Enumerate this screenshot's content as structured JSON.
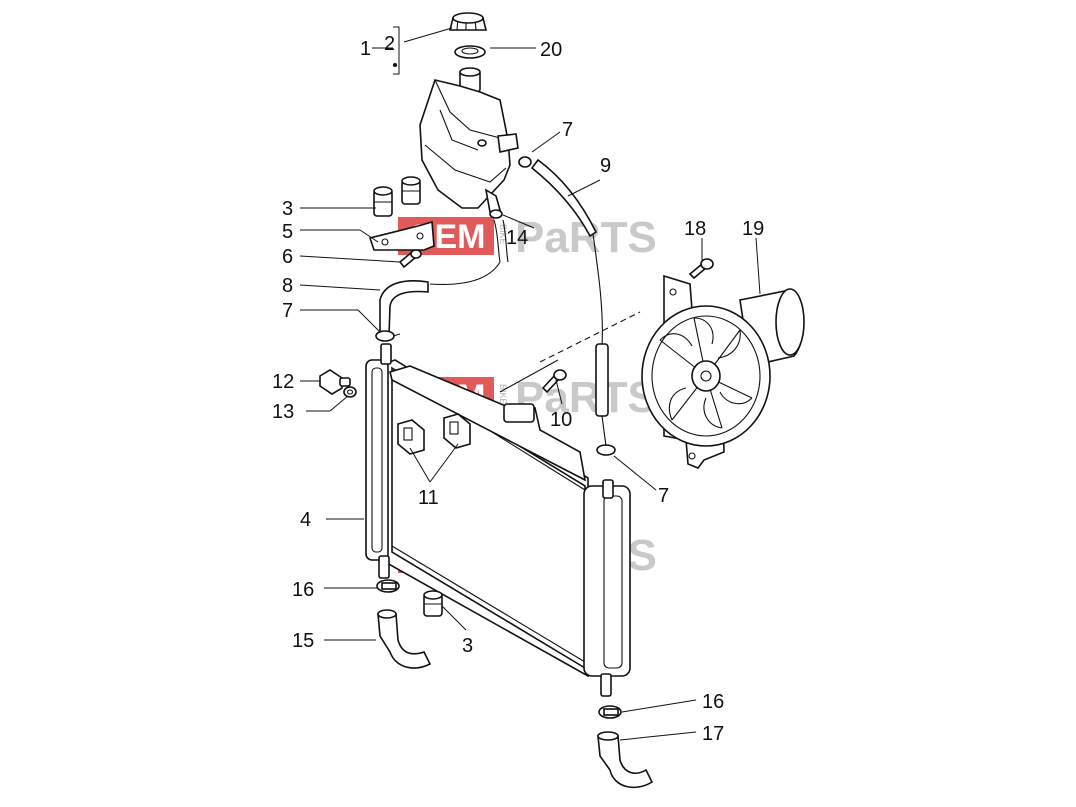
{
  "diagram": {
    "callouts": [
      {
        "id": "c1",
        "text": "1"
      },
      {
        "id": "c2",
        "text": "2"
      },
      {
        "id": "c20",
        "text": "20"
      },
      {
        "id": "c7a",
        "text": "7"
      },
      {
        "id": "c9",
        "text": "9"
      },
      {
        "id": "c3a",
        "text": "3"
      },
      {
        "id": "c5",
        "text": "5"
      },
      {
        "id": "c14",
        "text": "14"
      },
      {
        "id": "c6",
        "text": "6"
      },
      {
        "id": "c18",
        "text": "18"
      },
      {
        "id": "c19",
        "text": "19"
      },
      {
        "id": "c8",
        "text": "8"
      },
      {
        "id": "c7b",
        "text": "7"
      },
      {
        "id": "c12",
        "text": "12"
      },
      {
        "id": "c10",
        "text": "10"
      },
      {
        "id": "c13",
        "text": "13"
      },
      {
        "id": "c11",
        "text": "11"
      },
      {
        "id": "c7c",
        "text": "7"
      },
      {
        "id": "c4",
        "text": "4"
      },
      {
        "id": "c16a",
        "text": "16"
      },
      {
        "id": "c15",
        "text": "15"
      },
      {
        "id": "c3b",
        "text": "3"
      },
      {
        "id": "c16b",
        "text": "16"
      },
      {
        "id": "c17",
        "text": "17"
      }
    ]
  },
  "watermark": {
    "oem": "OEM",
    "bike": "BIKE",
    "parts": "PaRTS",
    "accent_color": "#e05a5a",
    "parts_color": "#c9c9c9"
  }
}
